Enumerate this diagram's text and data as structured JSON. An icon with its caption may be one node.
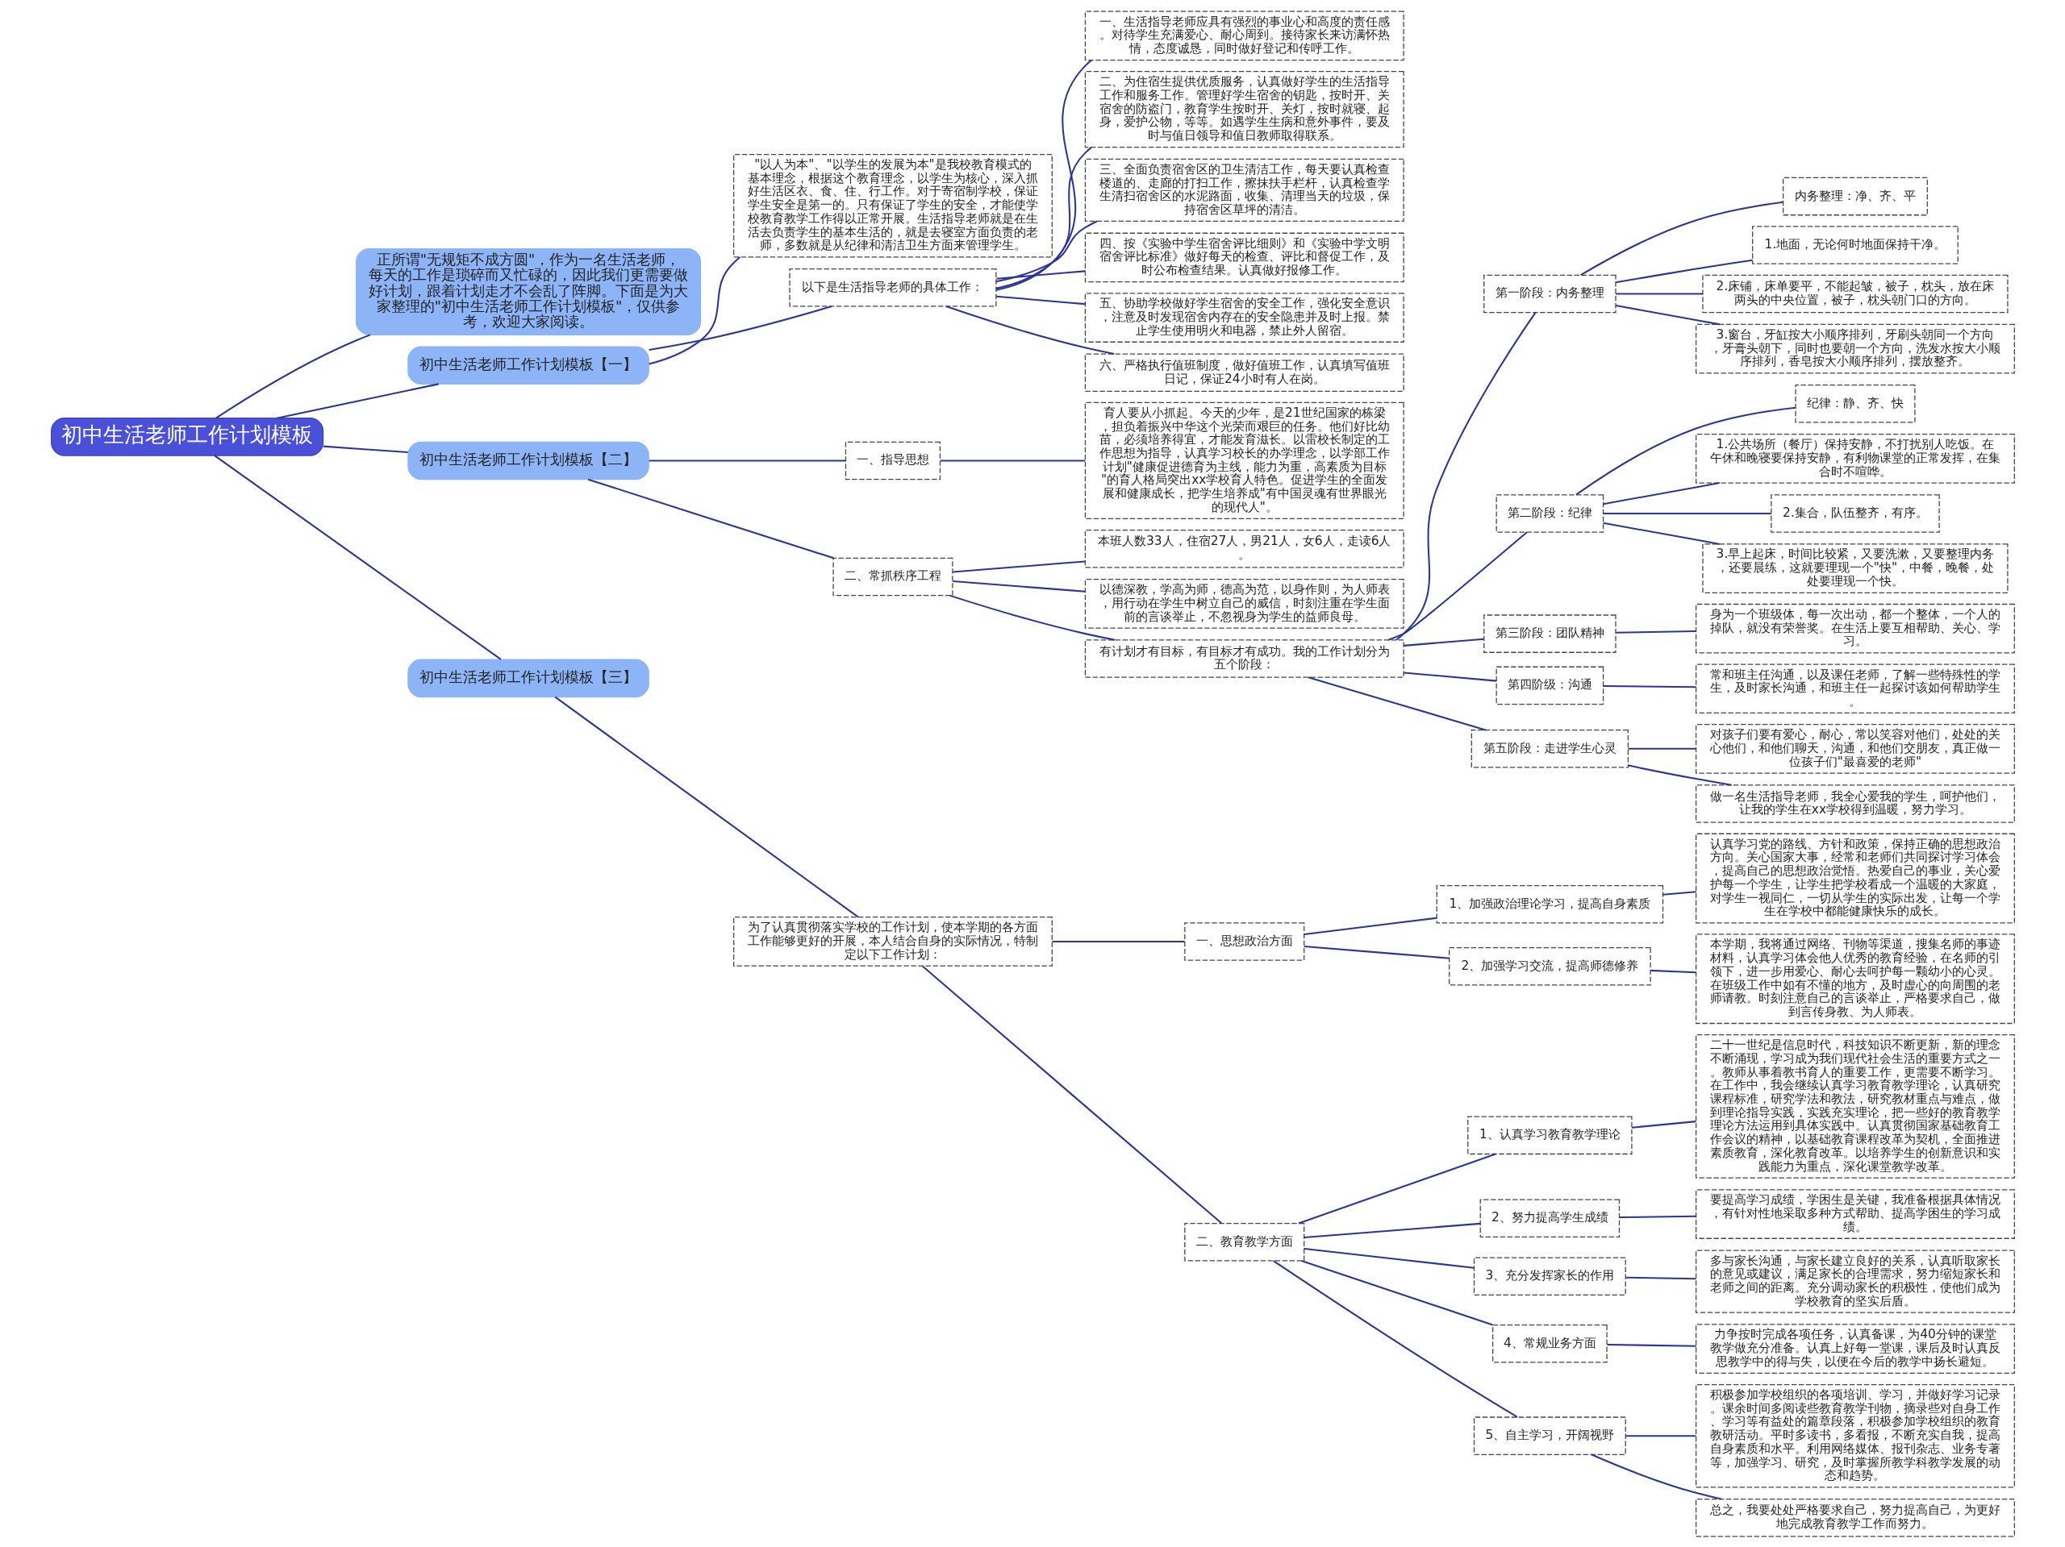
{
  "diagram": {
    "nodes": [
      {
        "text": [
          "初中生活老师工作计划模板"
        ]
      },
      {
        "text": [
          "正所谓\"无规矩不成方圆\"，作为一名生活老师，每天的工作是琐碎而又忙碌的，因此我们更需要做好计划，跟着计划走才不会乱了阵脚。下面是为大家整理的\"初中生活老师工作计划模板\"，仅供参考，欢迎大家阅读。"
        ]
      },
      {
        "text": [
          "初中生活老师工作计划模板【一】"
        ]
      },
      {
        "text": [
          "\"以人为本\"、\"以学生的发展为本\"是我校教育模式的基本理念，根据这个教育理念，以学生为核心，深入抓好生活区衣、食、住、行工作。对于寄宿制学校，保证学生安全是第一的。只有保证了学生的安全，才能使学校教育教学工作得以正常开展。生活指导老师就是在生活去负责学生的基本生活的，就是去寝室方面负责的老师，多数就是从纪律和清洁卫生方面来管理学生。"
        ]
      },
      {
        "text": [
          "以下是生活指导老师的具体工作："
        ]
      },
      {
        "text": [
          "一、生活指导老师应具有强烈的事业心和高度的责任感。对待学生充满爱心、耐心周到。接待家长来访满怀热情，态度诚恳，同时做好登记和传呼工作。"
        ]
      },
      {
        "text": [
          "二、为住宿生提供优质服务，认真做好学生的生活指导工作和服务工作。管理好学生宿舍的钥匙，按时开、关宿舍的防盗门，教育学生按时开、关灯，按时就寝、起身，爱护公物，等等。如遇学生生病和意外事件，要及时与值日领导和值日教师取得联系。"
        ]
      },
      {
        "text": [
          "三、全面负责宿舍区的卫生清洁工作，每天要认真检查楼道的、走廊的打扫工作，擦抹扶手栏杆，认真检查学生清扫宿舍区的水泥路面，收集、清理当天的垃圾，保持宿舍区草坪的清洁。"
        ]
      },
      {
        "text": [
          "四、按《实验中学生宿舍评比细则》和《实验中学文明宿舍评比标准》做好每天的检查、评比和督促工作，及时公布检查结果。认真做好报修工作。"
        ]
      },
      {
        "text": [
          "五、协助学校做好学生宿舍的安全工作，强化安全意识，注意及时发现宿舍内存在的安全隐患并及时上报。禁止学生使用明火和电器，禁止外人留宿。"
        ]
      },
      {
        "text": [
          "六、严格执行值班制度，做好值班工作，认真填写值班日记，保证24小时有人在岗。"
        ]
      },
      {
        "text": [
          "初中生活老师工作计划模板【二】"
        ]
      },
      {
        "text": [
          "一、指导思想"
        ]
      },
      {
        "text": [
          "育人要从小抓起。今天的少年，是21世纪国家的栋梁，担负着振兴中华这个光荣而艰巨的任务。他们好比幼苗，必须培养得宜，才能发育滋长。以雷校长制定的工作思想为指导，认真学习校长的办学理念，以学部工作计划\"健康促进德育为主线，能力为重，高素质为目标\"的育人格局突出xx学校育人特色。促进学生的全面发展和健康成长，把学生培养成\"有中国灵魂有世界眼光的现代人\"。"
        ]
      },
      {
        "text": [
          "二、常抓秩序工程"
        ]
      },
      {
        "text": [
          "本班人数33人，住宿27人，男21人，女6人，走读6人。"
        ]
      },
      {
        "text": [
          "以德深教，学高为师，德高为范，以身作则，为人师表，用行动在学生中树立自己的威信，时刻注重在学生面前的言谈举止，不忽视身为学生的益师良母。"
        ]
      },
      {
        "text": [
          "有计划才有目标，有目标才有成功。我的工作计划分为五个阶段："
        ]
      },
      {
        "text": [
          "第一阶段：内务整理"
        ]
      },
      {
        "text": [
          "内务整理：净、齐、平"
        ]
      },
      {
        "text": [
          "1.地面，无论何时地面保持干净。"
        ]
      },
      {
        "text": [
          "2.床铺，床单要平，不能起皱，被子，枕头，放在床两头的中央位置，被子，枕头朝门口的方向。"
        ]
      },
      {
        "text": [
          "3.窗台，牙缸按大小顺序排列，牙刷头朝同一个方向，牙膏头朝下，同时也要朝一个方向，洗发水按大小顺序排列，香皂按大小顺序排列，摆放整齐。"
        ]
      },
      {
        "text": [
          "第二阶段：纪律"
        ]
      },
      {
        "text": [
          "纪律：静、齐、快"
        ]
      },
      {
        "text": [
          "1.公共场所（餐厅）保持安静，不打扰别人吃饭。在午休和晚寝要保持安静，有利物课堂的正常发挥，在集合时不喧哗。"
        ]
      },
      {
        "text": [
          "2.集合，队伍整齐，有序。"
        ]
      },
      {
        "text": [
          "3.早上起床，时间比较紧，又要洗漱，又要整理内务，还要晨练，这就要理现一个\"快\"，中餐，晚餐，处处要理现一个快。"
        ]
      },
      {
        "text": [
          "第三阶段：团队精神"
        ]
      },
      {
        "text": [
          "身为一个班级体，每一次出动，都一个整体，一个人的掉队，就没有荣誉奖。在生活上要互相帮助、关心、学习。"
        ]
      },
      {
        "text": [
          "第四阶级：沟通"
        ]
      },
      {
        "text": [
          "常和班主任沟通，以及课任老师，了解一些特殊性的学生，及时家长沟通，和班主任一起探讨该如何帮助学生。"
        ]
      },
      {
        "text": [
          "第五阶段：走进学生心灵"
        ]
      },
      {
        "text": [
          "对孩子们要有爱心，耐心，常以笑容对他们，处处的关心他们，和他们聊天，沟通，和他们交朋友，真正做一位孩子们\"最喜爱的老师\""
        ]
      },
      {
        "text": [
          "做一名生活指导老师，我全心爱我的学生，呵护他们，让我的学生在xx学校得到温暖，努力学习。"
        ]
      },
      {
        "text": [
          "初中生活老师工作计划模板【三】"
        ]
      },
      {
        "text": [
          "为了认真贯彻落实学校的工作计划，使本学期的各方面工作能够更好的开展，本人结合自身的实际情况，特制定以下工作计划："
        ]
      },
      {
        "text": [
          "一、思想政治方面"
        ]
      },
      {
        "text": [
          "1、加强政治理论学习，提高自身素质"
        ]
      },
      {
        "text": [
          "认真学习党的路线、方针和政策，保持正确的思想政治方向。关心国家大事，经常和老师们共同探讨学习体会，提高自己的思想政治觉悟。热爱自己的事业，关心爱护每一个学生，让学生把学校看成一个温暖的大家庭，对学生一视同仁，一切从学生的实际出发，让每一个学生在学校中都能健康快乐的成长。"
        ]
      },
      {
        "text": [
          "2、加强学习交流，提高师德修养"
        ]
      },
      {
        "text": [
          "本学期，我将通过网络、刊物等渠道，搜集名师的事迹材料，认真学习体会他人优秀的教育经验，在名师的引领下，进一步用爱心、耐心去呵护每一颗幼小的心灵。在班级工作中如有不懂的地方，及时虚心的向周围的老师请教。时刻注意自己的言谈举止，严格要求自己，做到言传身教、为人师表。"
        ]
      },
      {
        "text": [
          "二、教育教学方面"
        ]
      },
      {
        "text": [
          "1、认真学习教育教学理论"
        ]
      },
      {
        "text": [
          "二十一世纪是信息时代，科技知识不断更新，新的理念不断涌现，学习成为我们现代社会生活的重要方式之一。教师从事着教书育人的重要工作，更需要不断学习。在工作中，我会继续认真学习教育教学理论，认真研究课程标准，研究学法和教法，研究教材重点与难点，做到理论指导实践，实践充实理论，把一些好的教育教学理论方法运用到具体实践中。认真贯彻国家基础教育工作会议的精神，以基础教育课程改革为契机，全面推进素质教育，深化教育改革。以培养学生的创新意识和实践能力为重点，深化课堂教学改革。"
        ]
      },
      {
        "text": [
          "2、努力提高学生成绩"
        ]
      },
      {
        "text": [
          "要提高学习成绩，学困生是关键，我准备根据具体情况，有针对性地采取多种方式帮助、提高学困生的学习成绩。"
        ]
      },
      {
        "text": [
          "3、充分发挥家长的作用"
        ]
      },
      {
        "text": [
          "多与家长沟通，与家长建立良好的关系，认真听取家长的意见或建议，满足家长的合理需求，努力缩短家长和老师之间的距离。充分调动家长的积极性，使他们成为学校教育的坚实后盾。"
        ]
      },
      {
        "text": [
          "4、常规业务方面"
        ]
      },
      {
        "text": [
          "力争按时完成各项任务，认真备课，为40分钟的课堂教学做充分准备。认真上好每一堂课，课后及时认真反思教学中的得与失，以便在今后的教学中扬长避短。"
        ]
      },
      {
        "text": [
          "5、自主学习，开阔视野"
        ]
      },
      {
        "text": [
          "积极参加学校组织的各项培训、学习，并做好学习记录。课余时间多阅读些教育教学刊物，摘录些对自身工作、学习等有益处的篇章段落，积极参加学校组织的教育教研活动。平时多读书，多看报，不断充实自我，提高自身素质和水平。利用网络媒体、报刊杂志、业务专著等，加强学习、研究，及时掌握所教学科教学发展的动态和趋势。"
        ]
      },
      {
        "text": [
          "总之，我要处处严格要求自己，努力提高自己，为更好地完成教育教学工作而努力。"
        ]
      }
    ],
    "edges": [
      {
        "from": 0,
        "to": 1,
        "arrow": "none"
      },
      {
        "from": 0,
        "to": 2,
        "arrow": "none"
      },
      {
        "from": 2,
        "to": 3,
        "arrow": "none"
      },
      {
        "from": 2,
        "to": 4,
        "arrow": "none"
      },
      {
        "from": 4,
        "to": 5,
        "arrow": "none"
      },
      {
        "from": 4,
        "to": 6,
        "arrow": "none"
      },
      {
        "from": 4,
        "to": 7,
        "arrow": "none"
      },
      {
        "from": 4,
        "to": 8,
        "arrow": "none"
      },
      {
        "from": 4,
        "to": 9,
        "arrow": "none"
      },
      {
        "from": 4,
        "to": 10,
        "arrow": "none"
      },
      {
        "from": 0,
        "to": 11,
        "arrow": "none"
      },
      {
        "from": 11,
        "to": 12,
        "arrow": "none"
      },
      {
        "from": 12,
        "to": 13,
        "arrow": "none"
      },
      {
        "from": 11,
        "to": 14,
        "arrow": "none"
      },
      {
        "from": 14,
        "to": 15,
        "arrow": "none"
      },
      {
        "from": 14,
        "to": 16,
        "arrow": "none"
      },
      {
        "from": 14,
        "to": 17,
        "arrow": "none"
      },
      {
        "from": 17,
        "to": 18,
        "arrow": "none"
      },
      {
        "from": 18,
        "to": 19,
        "arrow": "none"
      },
      {
        "from": 18,
        "to": 20,
        "arrow": "none"
      },
      {
        "from": 18,
        "to": 21,
        "arrow": "none"
      },
      {
        "from": 18,
        "to": 22,
        "arrow": "none"
      },
      {
        "from": 17,
        "to": 23,
        "arrow": "none"
      },
      {
        "from": 23,
        "to": 24,
        "arrow": "none"
      },
      {
        "from": 23,
        "to": 25,
        "arrow": "none"
      },
      {
        "from": 23,
        "to": 26,
        "arrow": "none"
      },
      {
        "from": 23,
        "to": 27,
        "arrow": "none"
      },
      {
        "from": 17,
        "to": 28,
        "arrow": "none"
      },
      {
        "from": 28,
        "to": 29,
        "arrow": "none"
      },
      {
        "from": 17,
        "to": 30,
        "arrow": "none"
      },
      {
        "from": 30,
        "to": 31,
        "arrow": "none"
      },
      {
        "from": 17,
        "to": 32,
        "arrow": "none"
      },
      {
        "from": 32,
        "to": 33,
        "arrow": "none"
      },
      {
        "from": 32,
        "to": 34,
        "arrow": "none"
      },
      {
        "from": 0,
        "to": 35,
        "arrow": "none"
      },
      {
        "from": 35,
        "to": 36,
        "arrow": "none"
      },
      {
        "from": 36,
        "to": 37,
        "arrow": "none"
      },
      {
        "from": 37,
        "to": 38,
        "arrow": "none"
      },
      {
        "from": 38,
        "to": 39,
        "arrow": "none"
      },
      {
        "from": 37,
        "to": 40,
        "arrow": "none"
      },
      {
        "from": 40,
        "to": 41,
        "arrow": "none"
      },
      {
        "from": 36,
        "to": 42,
        "arrow": "none"
      },
      {
        "from": 42,
        "to": 43,
        "arrow": "none"
      },
      {
        "from": 43,
        "to": 44,
        "arrow": "none"
      },
      {
        "from": 42,
        "to": 45,
        "arrow": "none"
      },
      {
        "from": 45,
        "to": 46,
        "arrow": "none"
      },
      {
        "from": 42,
        "to": 47,
        "arrow": "none"
      },
      {
        "from": 47,
        "to": 48,
        "arrow": "none"
      },
      {
        "from": 42,
        "to": 49,
        "arrow": "none"
      },
      {
        "from": 49,
        "to": 50,
        "arrow": "none"
      },
      {
        "from": 42,
        "to": 51,
        "arrow": "none"
      },
      {
        "from": 51,
        "to": 52,
        "arrow": "none"
      },
      {
        "from": 51,
        "to": 53,
        "arrow": "none"
      }
    ]
  }
}
